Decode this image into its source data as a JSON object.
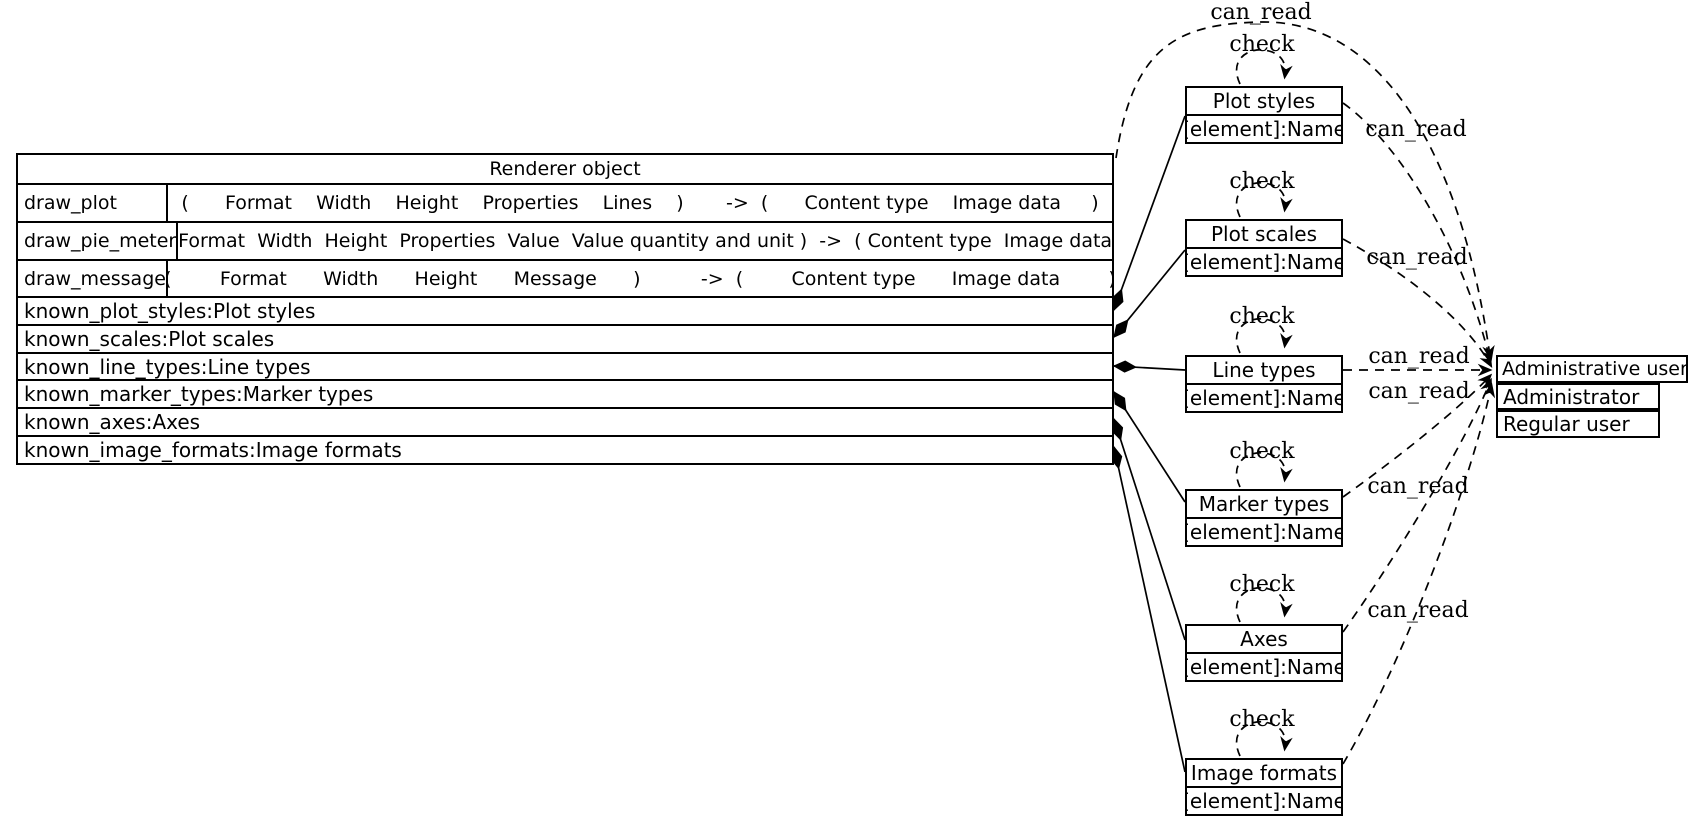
{
  "renderer_table": {
    "title": "Renderer object",
    "methods": [
      {
        "name": "draw_plot",
        "signature": "(      Format    Width    Height    Properties    Lines    )       ->  (      Content type    Image data     )"
      },
      {
        "name": "draw_pie_meter",
        "signature": "( Format  Width  Height  Properties  Value  Value quantity and unit )  ->  ( Content type  Image data )"
      },
      {
        "name": "draw_message",
        "signature": "(        Format      Width      Height      Message      )          ->  (        Content type      Image data        )"
      }
    ],
    "attributes": [
      "known_plot_styles:Plot styles",
      "known_scales:Plot scales",
      "known_line_types:Line types",
      "known_marker_types:Marker types",
      "known_axes:Axes",
      "known_image_formats:Image formats"
    ]
  },
  "element_nodes": [
    {
      "title": "Plot styles",
      "field": "[element]:Name"
    },
    {
      "title": "Plot scales",
      "field": "[element]:Name"
    },
    {
      "title": "Line types",
      "field": "[element]:Name"
    },
    {
      "title": "Marker types",
      "field": "[element]:Name"
    },
    {
      "title": "Axes",
      "field": "[element]:Name"
    },
    {
      "title": "Image formats",
      "field": "[element]:Name"
    }
  ],
  "user_node": {
    "title": "Administrative user",
    "rows": [
      "Administrator",
      "Regular user"
    ]
  },
  "edge_labels": {
    "can_read": "can_read",
    "check": "check"
  },
  "colors": {
    "foreground": "#000000",
    "background": "#ffffff"
  }
}
